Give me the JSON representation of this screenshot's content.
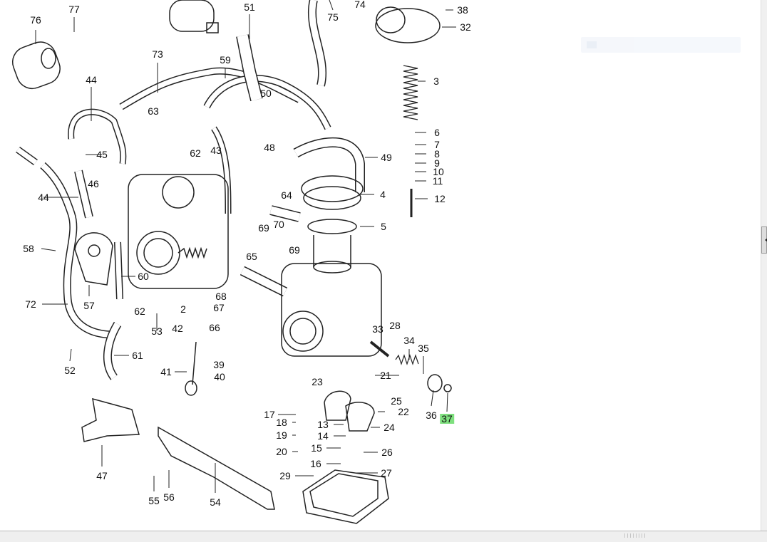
{
  "diagram": {
    "title": "Carburetor exploded parts diagram",
    "highlight_color": "#7ee07e",
    "highlighted_label": "37",
    "labels": [
      "76",
      "77",
      "51",
      "75",
      "74",
      "38",
      "32",
      "73",
      "59",
      "44",
      "3",
      "50",
      "63",
      "6",
      "7",
      "8",
      "9",
      "10",
      "11",
      "12",
      "45",
      "62",
      "43",
      "48",
      "49",
      "46",
      "44",
      "64",
      "4",
      "5",
      "69",
      "70",
      "69",
      "58",
      "65",
      "60",
      "72",
      "57",
      "62",
      "2",
      "68",
      "67",
      "53",
      "42",
      "66",
      "28",
      "33",
      "34",
      "35",
      "52",
      "61",
      "39",
      "40",
      "41",
      "21",
      "23",
      "25",
      "22",
      "36",
      "37",
      "17",
      "18",
      "13",
      "19",
      "14",
      "24",
      "15",
      "20",
      "26",
      "16",
      "29",
      "27",
      "47",
      "55",
      "56",
      "54"
    ]
  }
}
